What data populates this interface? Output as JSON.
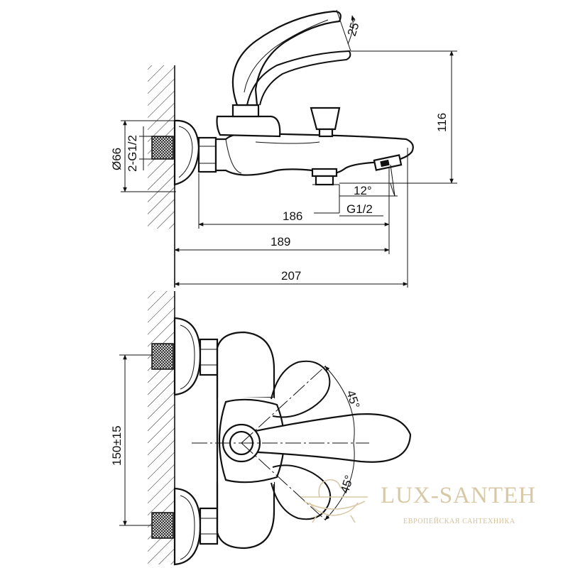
{
  "side_view": {
    "dimensions": {
      "spout_angle": "25°",
      "height": "116",
      "diameter": "Ø66",
      "thread_inlet": "2-G1/2",
      "outlet_angle": "12°",
      "outlet_thread": "G1/2",
      "length_186": "186",
      "length_189": "189",
      "length_207": "207"
    }
  },
  "front_view": {
    "dimensions": {
      "spacing": "150±15",
      "angle_upper": "45°",
      "angle_lower": "45°"
    }
  },
  "watermark": {
    "brand": "LUX-SANTEH",
    "tagline": "ЕВРОПЕЙСКАЯ САНТЕХНИКА",
    "color": "#d8c9a6"
  }
}
